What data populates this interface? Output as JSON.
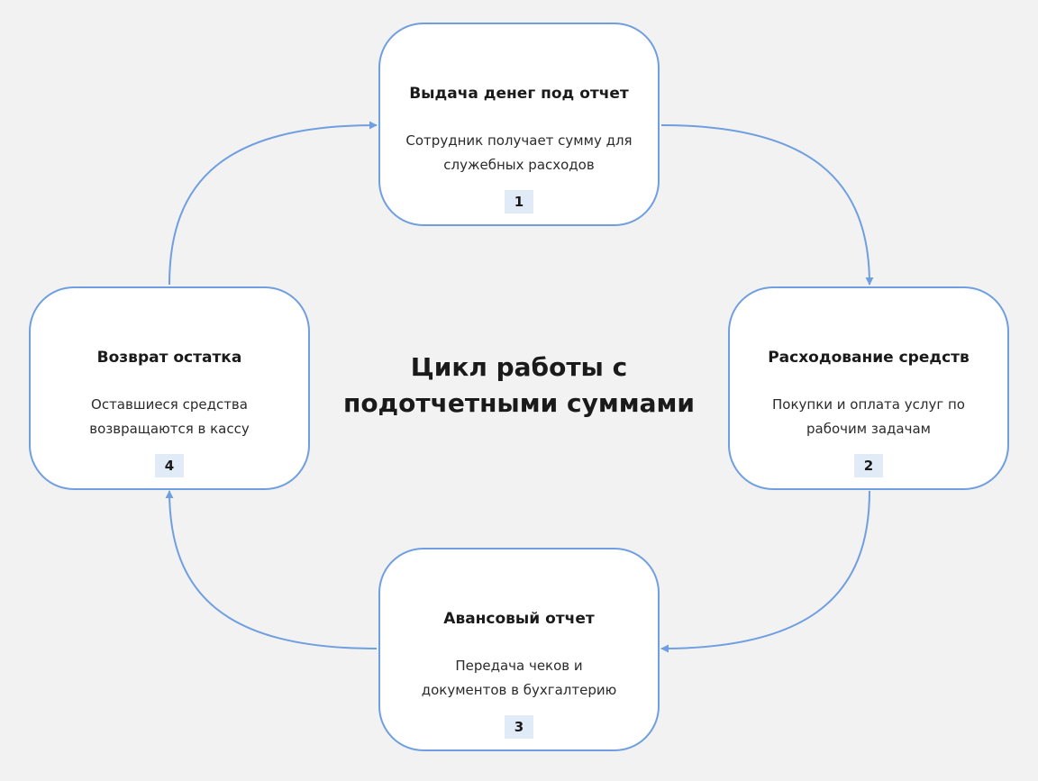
{
  "diagram": {
    "center_title": "Цикл работы с подотчетными суммами",
    "line_color": "#6f9fe0",
    "badge_color": "#e1ebf8",
    "steps": [
      {
        "title": "Выдача денег под отчет",
        "description": "Сотрудник получает сумму для служебных расходов",
        "number": "1"
      },
      {
        "title": "Расходование средств",
        "description": "Покупки и оплата услуг по рабочим задачам",
        "number": "2"
      },
      {
        "title": "Авансовый отчет",
        "description": "Передача чеков и документов в бухгалтерию",
        "number": "3"
      },
      {
        "title": "Возврат остатка",
        "description": "Оставшиеся средства возвращаются в кассу",
        "number": "4"
      }
    ]
  }
}
